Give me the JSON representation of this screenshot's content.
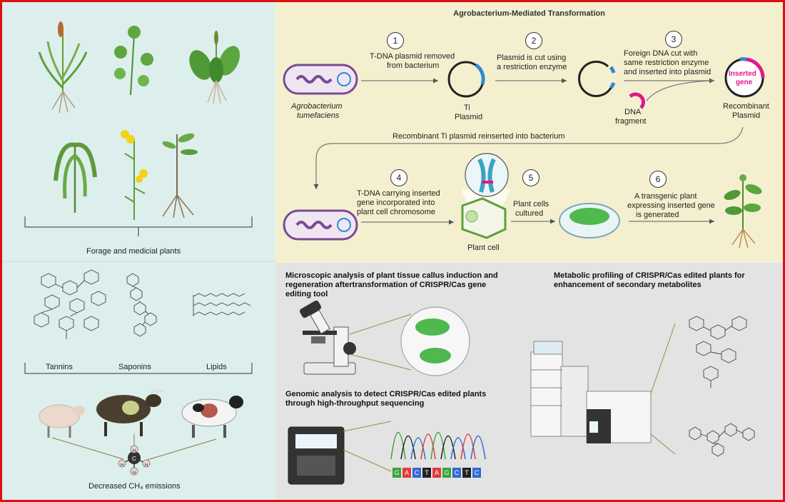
{
  "title": "Agrobacterium-Mediated Transformation",
  "left": {
    "plants_label": "Forage and medicial plants",
    "compounds": [
      "Tannins",
      "Saponins",
      "Lipids"
    ],
    "methane_label": "Decreased CH₄ emissions",
    "methane_atoms": {
      "center": "C",
      "side": "H"
    }
  },
  "steps": [
    {
      "num": "1",
      "text": [
        "T-DNA plasmid removed",
        "from bacterium"
      ]
    },
    {
      "num": "2",
      "text": [
        "Plasmid is cut using",
        "a restriction enzyme"
      ]
    },
    {
      "num": "3",
      "text": [
        "Foreign DNA cut with",
        "same restriction enzyme",
        "and inserted into plasmid"
      ]
    },
    {
      "num": "4",
      "text": [
        "T-DNA carrying  inserted",
        "gene  incorporated into",
        "plant cell chromosome"
      ]
    },
    {
      "num": "5",
      "text": [
        "Plant cells",
        "cultured"
      ]
    },
    {
      "num": "6",
      "text": [
        "A transgenic plant",
        "expressing inserted gene",
        "is generated"
      ]
    }
  ],
  "labels": {
    "bacterium": [
      "Agrobacterium",
      "tumefaciens"
    ],
    "ti_plasmid": [
      "Ti",
      "Plasmid"
    ],
    "dna_fragment": [
      "DNA",
      "fragment"
    ],
    "inserted_gene": [
      "Inserted",
      "gene"
    ],
    "recombinant_plasmid": [
      "Recombinant",
      "Plasmid"
    ],
    "reinserted": "Recombinant Ti plasmid  reinserted into  bacterium",
    "plant_cell": "Plant cell"
  },
  "bottom": {
    "microscopy_heading": "Microscopic analysis of plant tissue callus induction and regeneration aftertransformation of CRISPR/Cas gene editing tool",
    "genomic_heading": "Genomic analysis to detect CRISPR/Cas edited plants through high-throughput sequencing",
    "metabolic_heading": "Metabolic profiling of CRISPR/Cas edited plants for enhancement of secondary metabolites",
    "sequence_bases": [
      "G",
      "A",
      "C",
      "T",
      "A",
      "G",
      "C",
      "T",
      "C"
    ]
  },
  "colors": {
    "left_bg": "#dcefec",
    "top_bg": "#f4f0cf",
    "bottom_bg": "#e3e3e3",
    "frame": "#e01010",
    "plasmid_blue": "#2f8ad6",
    "insert_magenta": "#e0188c",
    "bacterium_purple": "#7b4a93",
    "callus_green": "#4fb84f"
  }
}
